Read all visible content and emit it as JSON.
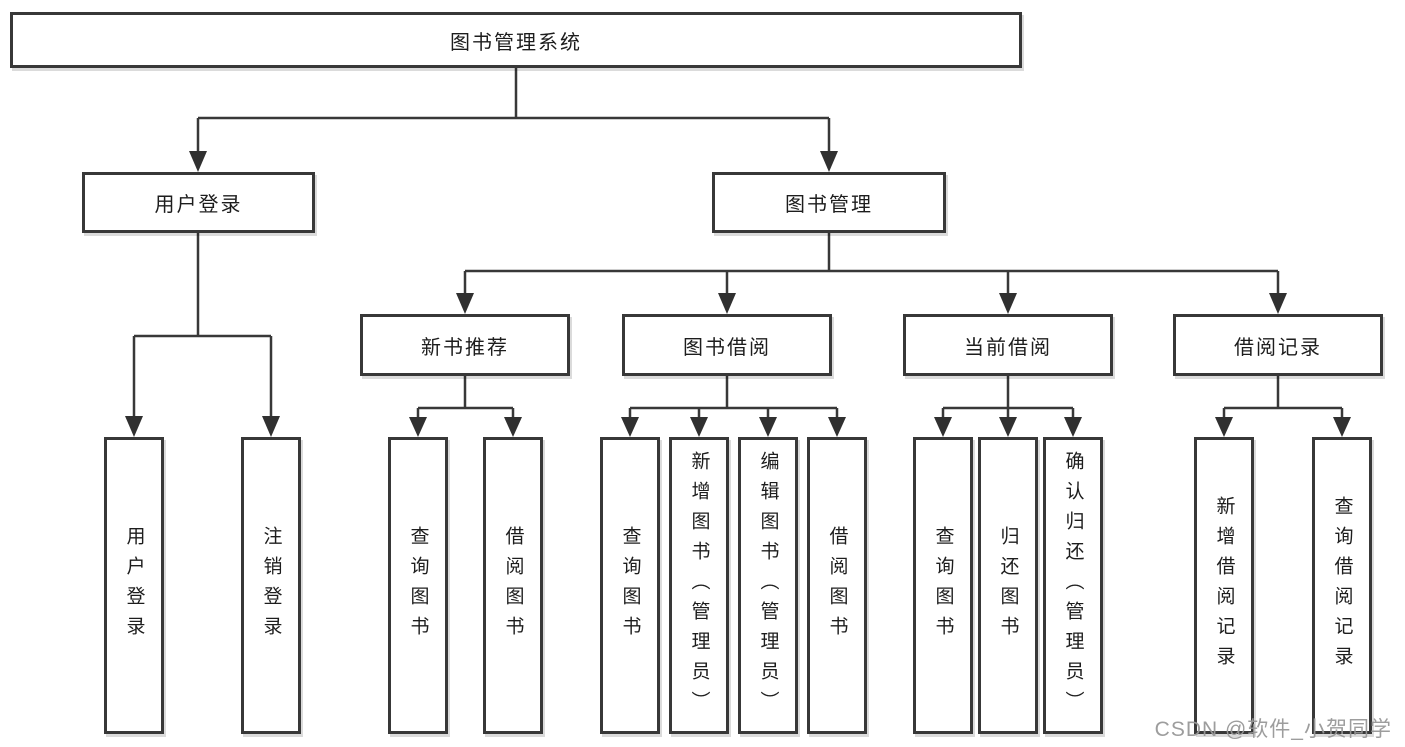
{
  "diagram": {
    "root": {
      "label": "图书管理系统"
    },
    "level2": [
      {
        "label": "用户登录",
        "children": [
          {
            "label": "用户登录"
          },
          {
            "label": "注销登录"
          }
        ]
      },
      {
        "label": "图书管理"
      }
    ],
    "level3": [
      {
        "label": "新书推荐",
        "children": [
          {
            "label": "查询图书"
          },
          {
            "label": "借阅图书"
          }
        ]
      },
      {
        "label": "图书借阅",
        "children": [
          {
            "label": "查询图书"
          },
          {
            "label": "新增图书（管理员）"
          },
          {
            "label": "编辑图书（管理员）"
          },
          {
            "label": "借阅图书"
          }
        ]
      },
      {
        "label": "当前借阅",
        "children": [
          {
            "label": "查询图书"
          },
          {
            "label": "归还图书"
          },
          {
            "label": "确认归还（管理员）"
          }
        ]
      },
      {
        "label": "借阅记录",
        "children": [
          {
            "label": "新增借阅记录"
          },
          {
            "label": "查询借阅记录"
          }
        ]
      }
    ]
  },
  "watermark": {
    "text": "CSDN @软件_小贺同学"
  },
  "colors": {
    "background": "#ffffff",
    "line": "#383838",
    "box_border": "#383838",
    "text": "#1d1d1d",
    "watermark": "#989898"
  }
}
